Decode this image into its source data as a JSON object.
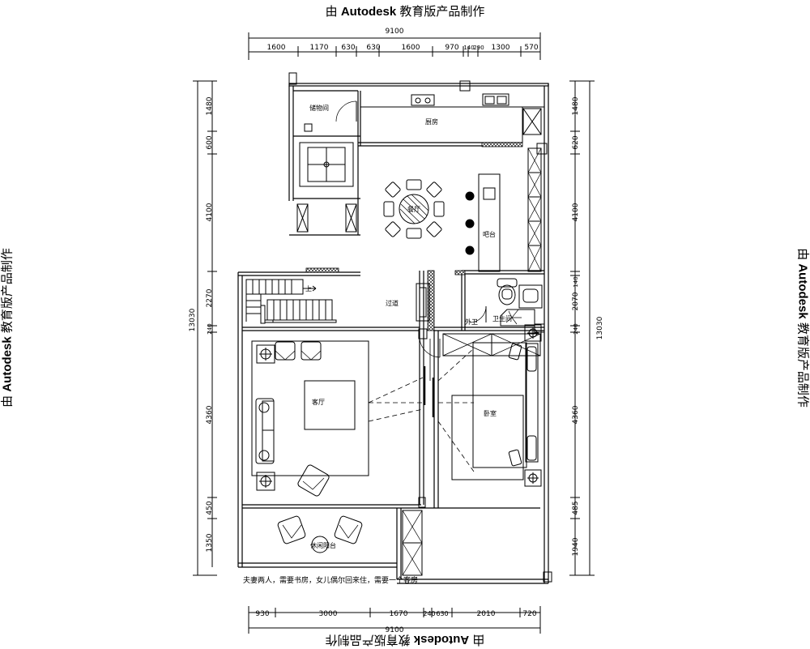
{
  "watermark": {
    "prefix": "由 ",
    "brand": "Autodesk",
    "suffix": " 教育版产品制作"
  },
  "dimensions": {
    "top_total": "9100",
    "top_segments": [
      "1600",
      "1170",
      "630",
      "630",
      "1600",
      "970",
      "140",
      "290",
      "1300",
      "570"
    ],
    "bottom_total": "9100",
    "bottom_segments": [
      "930",
      "3000",
      "1670",
      "240",
      "630",
      "2010",
      "720"
    ],
    "left_total": "13030",
    "left_segments": [
      "1480",
      "600",
      "4100",
      "2270",
      "240",
      "4360",
      "450",
      "1350"
    ],
    "right_total": "13030",
    "right_segments": [
      "1480",
      "620",
      "4100",
      "140",
      "2070",
      "240",
      "4360",
      "485",
      "1940"
    ]
  },
  "rooms": {
    "storage": "储物间",
    "kitchen": "厨房",
    "dining": "餐厅",
    "bar": "吧台",
    "hallway": "过道",
    "upstairs": "上",
    "bathroom": "卫生间",
    "outside": "外卫",
    "living": "客厅",
    "bedroom": "卧室",
    "balcony": "休闲阳台"
  },
  "note": "夫妻两人，需要书房，女儿偶尔回来住，需要一个客房"
}
